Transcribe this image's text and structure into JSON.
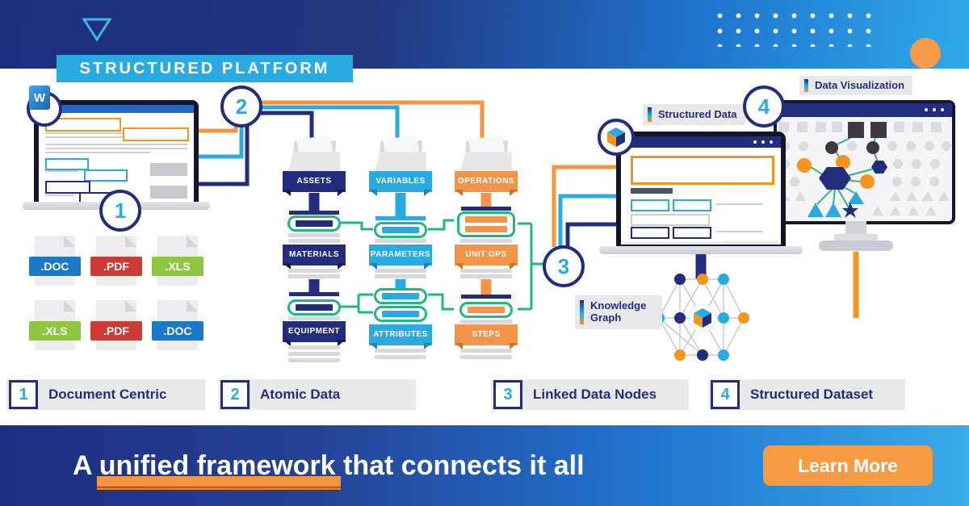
{
  "header": {
    "platform_label": "STRUCTURED PLATFORM"
  },
  "word_icon": "W",
  "badges": {
    "one": "1",
    "two": "2",
    "three": "3",
    "four": "4"
  },
  "files": [
    ".DOC",
    ".PDF",
    ".XLS",
    ".XLS",
    ".PDF",
    ".DOC"
  ],
  "columns": {
    "assets": {
      "top": "ASSETS",
      "mid": "MATERIALS",
      "bottom": "EQUIPMENT"
    },
    "variables": {
      "top": "VARIABLES",
      "mid": "PARAMETERS",
      "bottom": "ATTRIBUTES"
    },
    "operations": {
      "top": "OPERATIONS",
      "mid": "UNIT OPS",
      "bottom": "STEPS"
    }
  },
  "tags": {
    "structured_data": "Structured Data",
    "data_visualization": "Data Visualization",
    "knowledge_graph": "Knowledge Graph"
  },
  "legend": [
    {
      "num": "1",
      "label": "Document Centric"
    },
    {
      "num": "2",
      "label": "Atomic Data"
    },
    {
      "num": "3",
      "label": "Linked Data Nodes"
    },
    {
      "num": "4",
      "label": "Structured Dataset"
    }
  ],
  "footer": {
    "prefix": "A ",
    "highlight": "unified framework",
    "suffix": " that connects it all",
    "cta": "Learn More"
  },
  "colors": {
    "navy": "#232d7e",
    "cyan": "#29abe2",
    "orange": "#f7941e",
    "green_connector": "#1fb97f",
    "doc_blue": "#1a7ac9",
    "pdf_red": "#ce3a34",
    "xls_green": "#8dc63f",
    "banner_blue": "#2fa9e9",
    "cta_orange": "#f79b43"
  }
}
